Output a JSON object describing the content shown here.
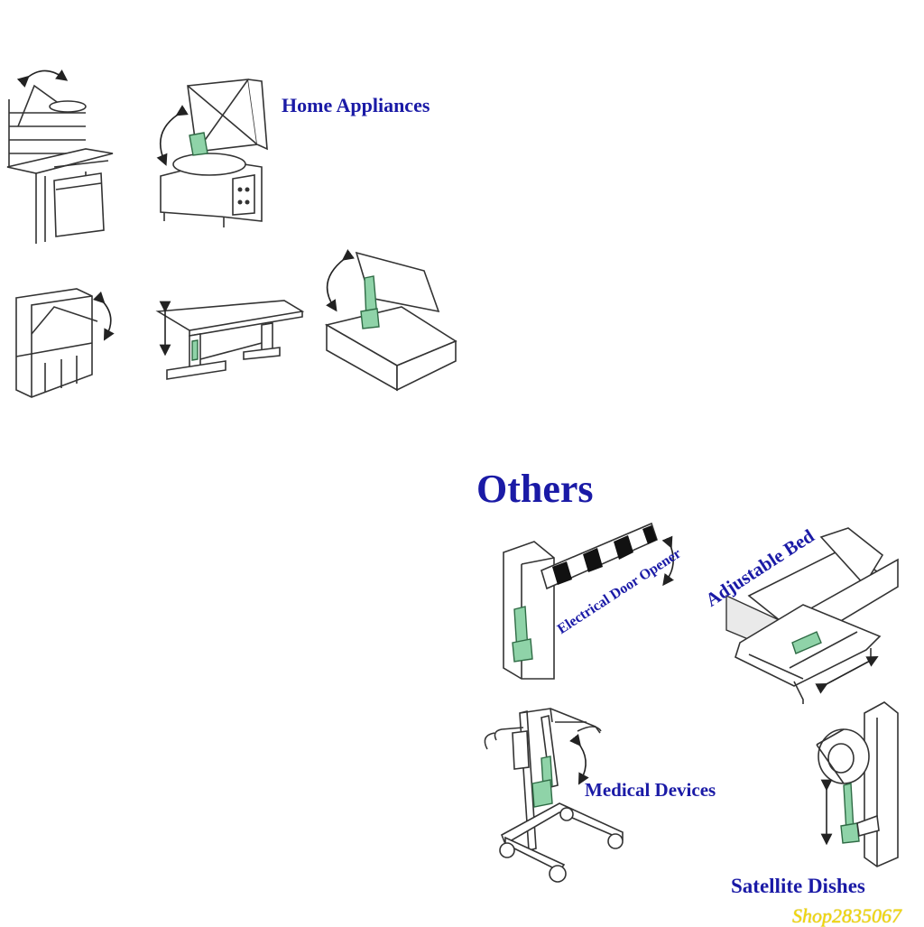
{
  "labels": {
    "home_appliances": "Home Appliances",
    "others": "Others",
    "electrical_door_opener": "Electrical Door Opener",
    "adjustable_bed": "Adjustable Bed",
    "medical_devices": "Medical Devices",
    "satellite_dishes": "Satellite Dishes",
    "watermark": "Shop2835067"
  },
  "colors": {
    "label_text": "#1a1aa6",
    "actuator_green": "#8fd3a8",
    "watermark": "#f2d80a"
  },
  "icons": [
    "workbench-lamp-illustration",
    "cooking-kettle-illustration",
    "cabinet-flap-illustration",
    "lift-table-illustration",
    "hatch-box-illustration",
    "barrier-gate-illustration",
    "adjustable-bed-illustration",
    "patient-lift-illustration",
    "satellite-dish-illustration"
  ]
}
